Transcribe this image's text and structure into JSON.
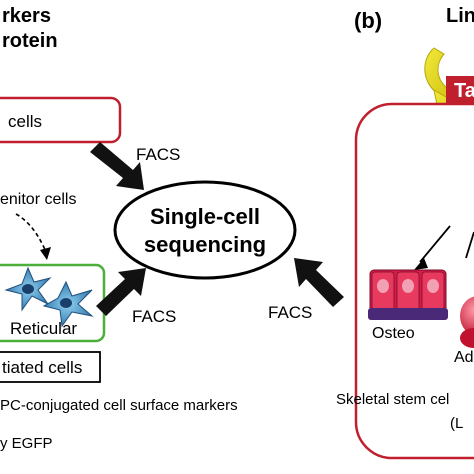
{
  "panel_a": {
    "title_line1": "rkers",
    "title_line2": "rotein",
    "box_cells": "cells",
    "progenitor_label": "enitor cells",
    "reticular_label": "Reticular",
    "differentiated_label": "tiated cells",
    "surface_markers_label": "PC-conjugated cell surface markers",
    "egfp_label": "y EGFP"
  },
  "center": {
    "single_cell_line1": "Single-cell",
    "single_cell_line2": "sequencing",
    "facs_top": "FACS",
    "facs_bottom_left": "FACS",
    "facs_right": "FACS"
  },
  "panel_b": {
    "letter": "(b)",
    "title_partial": "Lin",
    "yellow_label_partial": "Ta",
    "osteo_label": "Osteo",
    "adipo_partial": "Ad",
    "skeletal_stem_label": "Skeletal stem cel",
    "bottom_partial": "(L"
  },
  "colors": {
    "red_box": "#c0202e",
    "green_box": "#4caf3a",
    "cell_blue": "#3a8fc6",
    "osteo_red": "#d81b4a",
    "osteo_purple": "#4a2a78",
    "yellow_arrow": "#e8d820"
  }
}
